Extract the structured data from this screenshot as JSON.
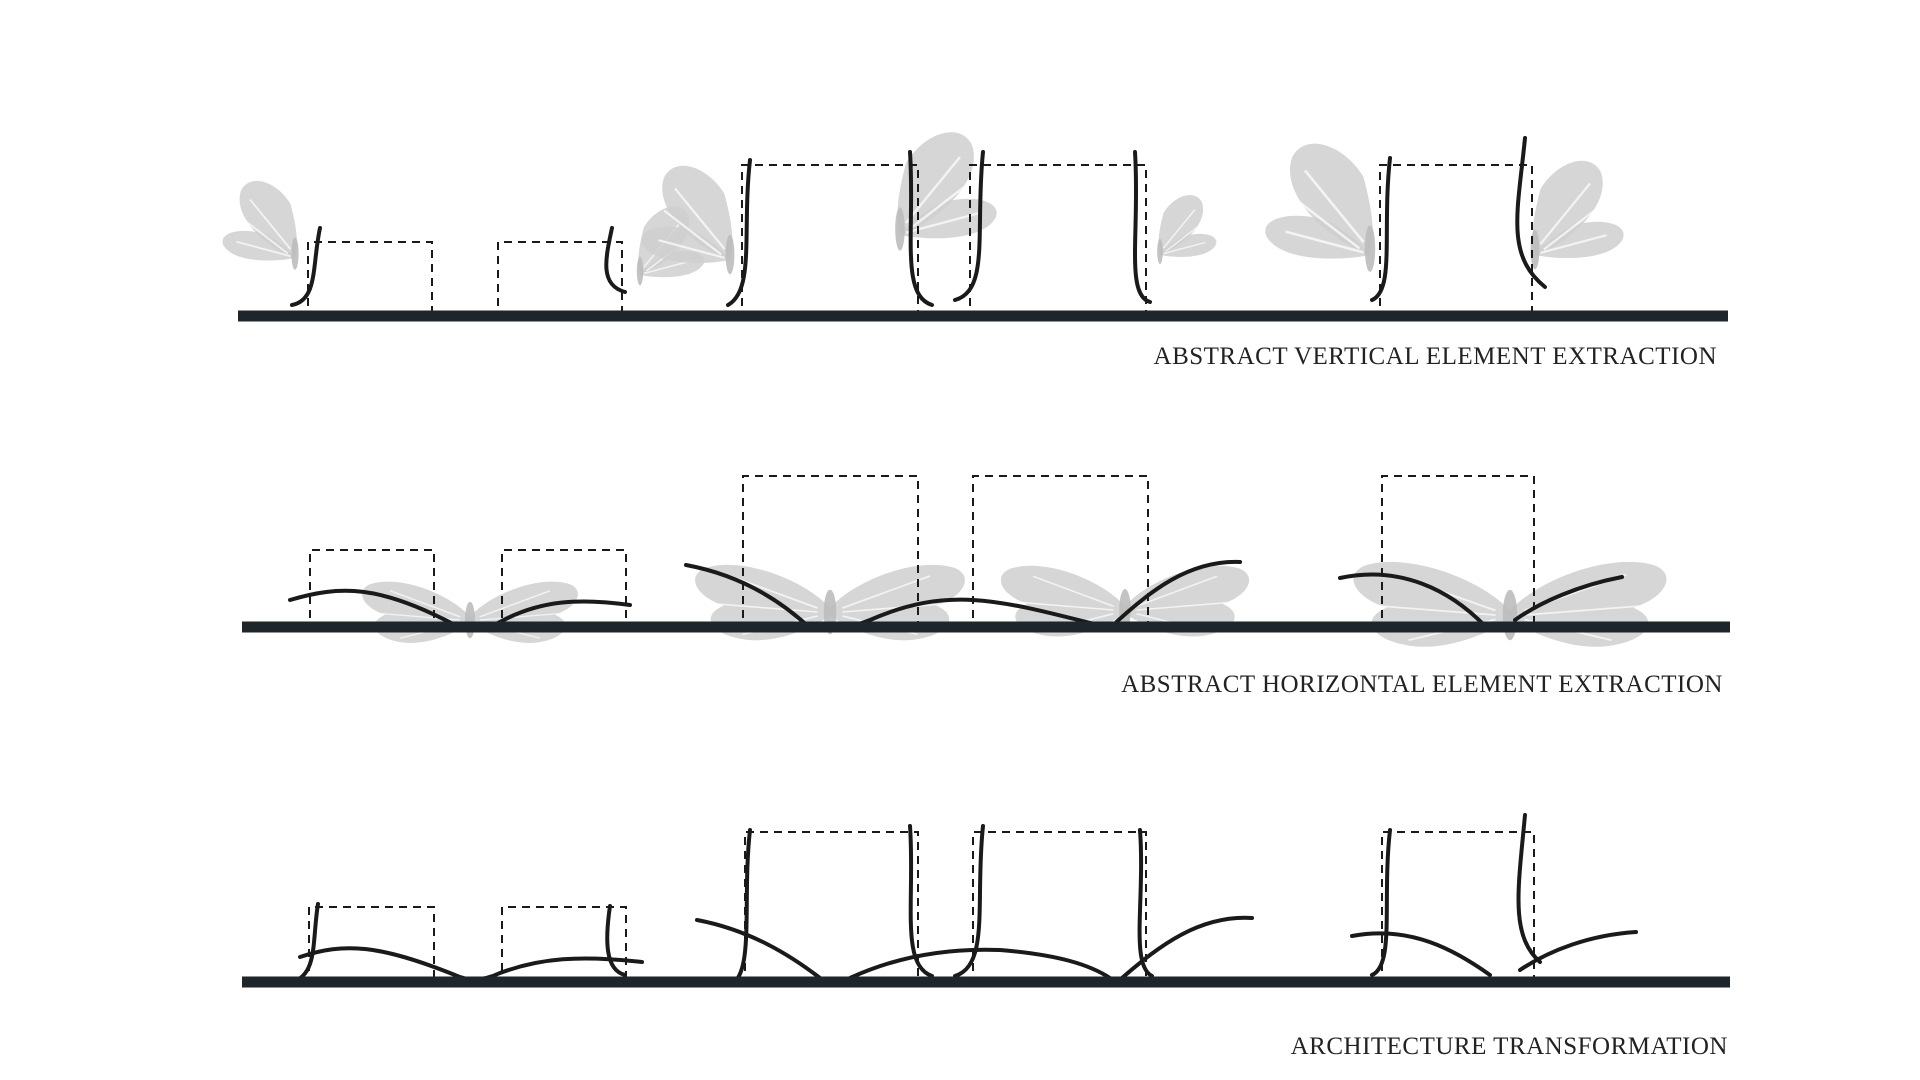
{
  "rows": [
    {
      "label": "ABSTRACT VERTICAL ELEMENT EXTRACTION"
    },
    {
      "label": "ABSTRACT HORIZONTAL ELEMENT EXTRACTION"
    },
    {
      "label": "ARCHITECTURE TRANSFORMATION"
    }
  ],
  "colors": {
    "ground": "#1f262b",
    "line": "#1a1a1a",
    "butterfly": "#cfcfcf"
  }
}
